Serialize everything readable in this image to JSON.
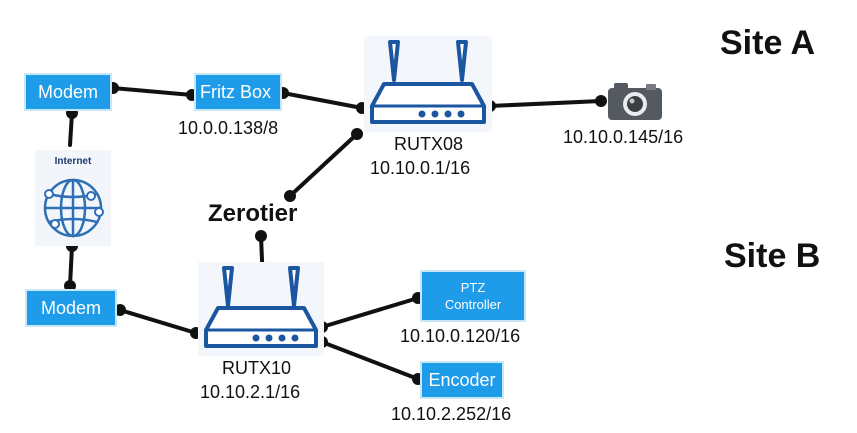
{
  "site_a": "Site A",
  "site_b": "Site B",
  "zerotier": "Zerotier",
  "internet": "Internet",
  "modem_a": "Modem",
  "modem_b": "Modem",
  "fritz_box": "Fritz Box",
  "fritz_ip": "10.0.0.138/8",
  "rutx08": {
    "name": "RUTX08",
    "ip": "10.10.0.1/16"
  },
  "camera_ip": "10.10.0.145/16",
  "rutx10": {
    "name": "RUTX10",
    "ip": "10.10.2.1/16"
  },
  "ptz": {
    "line1": "PTZ",
    "line2": "Controller",
    "ip": "10.10.0.120/16"
  },
  "encoder": {
    "label": "Encoder",
    "ip": "10.10.2.252/16"
  },
  "colors": {
    "box_fill": "#1e9be9",
    "link": "#111111"
  }
}
